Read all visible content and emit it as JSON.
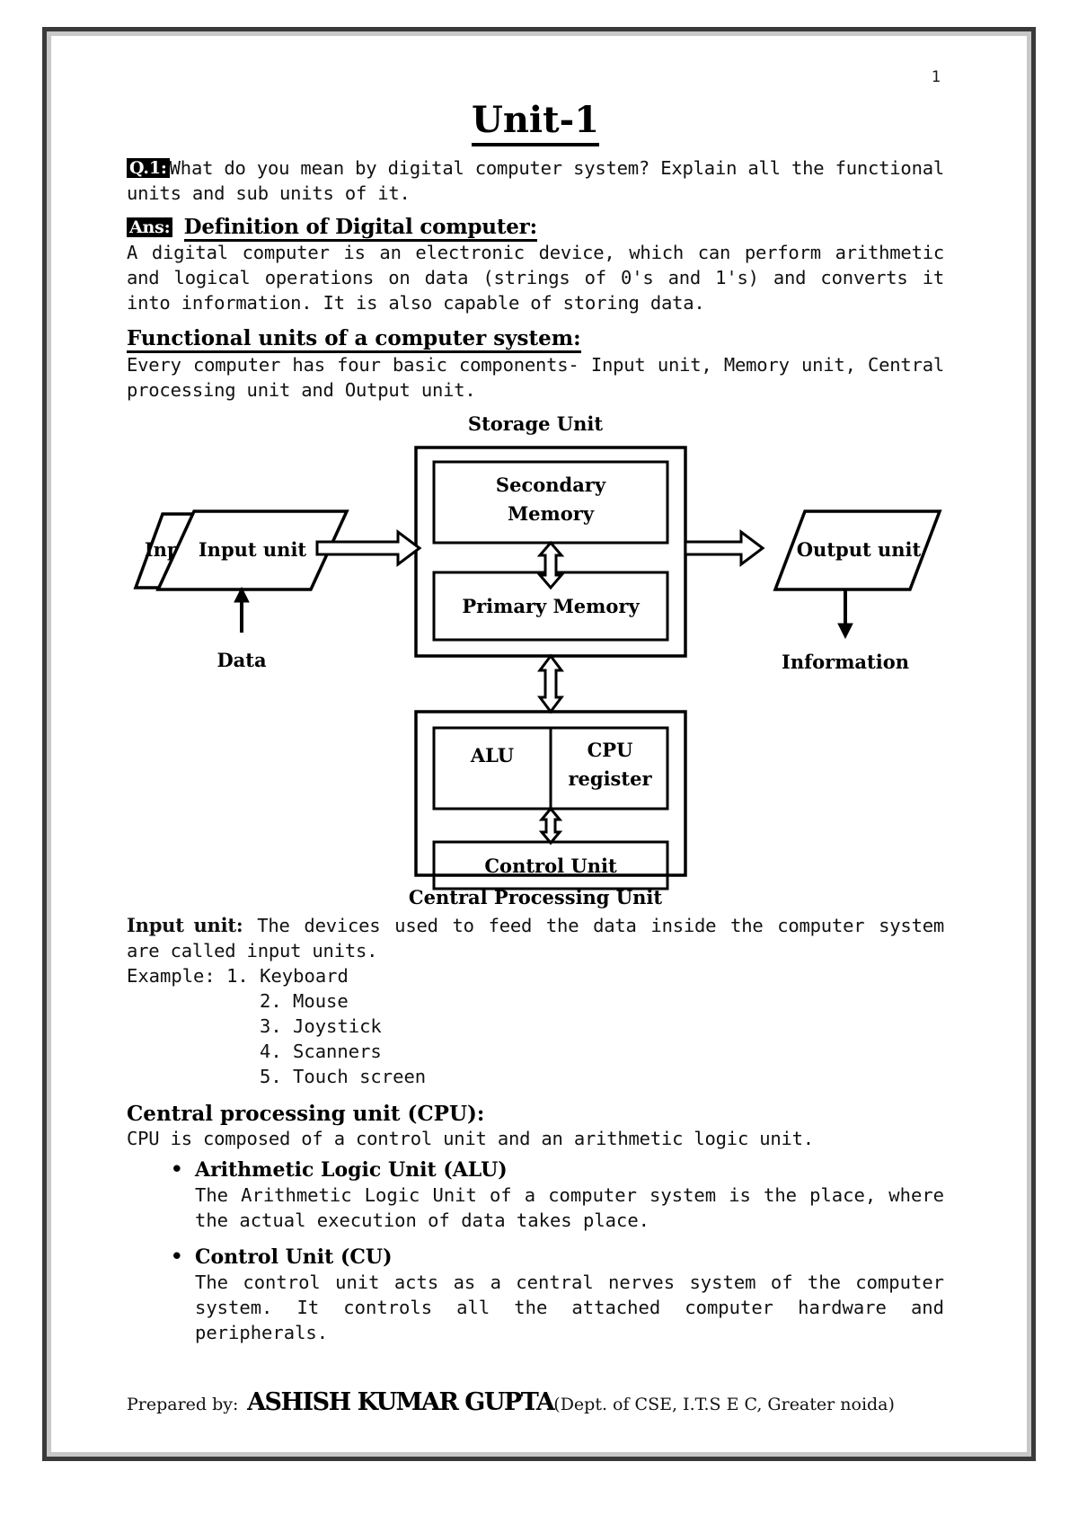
{
  "page": {
    "number": "1",
    "title": "Unit-1"
  },
  "question": {
    "tag": "Q.1:",
    "text": "What do you mean by digital computer system? Explain all the functional units and sub units of it."
  },
  "answer": {
    "tag": "Ans:",
    "heading": "Definition of Digital computer:",
    "text": "A digital computer is an electronic device, which can perform arithmetic and logical operations on data (strings of 0's and 1's) and converts it into information. It is also capable of storing data."
  },
  "functional_units": {
    "heading": "Functional units of a computer system:",
    "text": "Every computer has four basic components- Input unit, Memory unit, Central processing unit and Output unit."
  },
  "diagram": {
    "storage_unit_label": "Storage Unit",
    "secondary_memory_line1": "Secondary",
    "secondary_memory_line2": "Memory",
    "primary_memory": "Primary Memory",
    "input_unit": "Input unit",
    "output_unit": "Output unit",
    "data_label": "Data",
    "information_label": "Information",
    "alu": "ALU",
    "cpu_register_line1": "CPU",
    "cpu_register_line2": "register",
    "control_unit": "Control Unit",
    "cpu_caption": "Central Processing Unit"
  },
  "input_unit_section": {
    "title": "Input unit:",
    "text": "The devices used to feed the data inside the computer system are called input units.",
    "example_label": "Example:",
    "examples": [
      "1. Keyboard",
      "2. Mouse",
      "3. Joystick",
      "4. Scanners",
      "5. Touch screen"
    ]
  },
  "cpu_section": {
    "heading": "Central processing unit (CPU):",
    "text": "CPU is composed of a control unit and an arithmetic logic unit.",
    "bullets": [
      {
        "title": "Arithmetic Logic Unit (ALU)",
        "text": "The Arithmetic Logic Unit of a computer system is the place, where the actual execution of data takes place."
      },
      {
        "title": "Control Unit (CU)",
        "text": "The control unit acts as a central nerves system of the computer system. It controls all the attached computer hardware and peripherals."
      }
    ]
  },
  "footer": {
    "prepared_by": "Prepared by:",
    "author": "ASHISH KUMAR GUPTA",
    "dept": "(Dept. of CSE, I.T.S E C, Greater noida)"
  },
  "colors": {
    "border_outer": "#3a3a3a",
    "border_inner": "#c8c8c8",
    "text": "#111111",
    "highlight_bg": "#000000",
    "highlight_fg": "#ffffff"
  }
}
